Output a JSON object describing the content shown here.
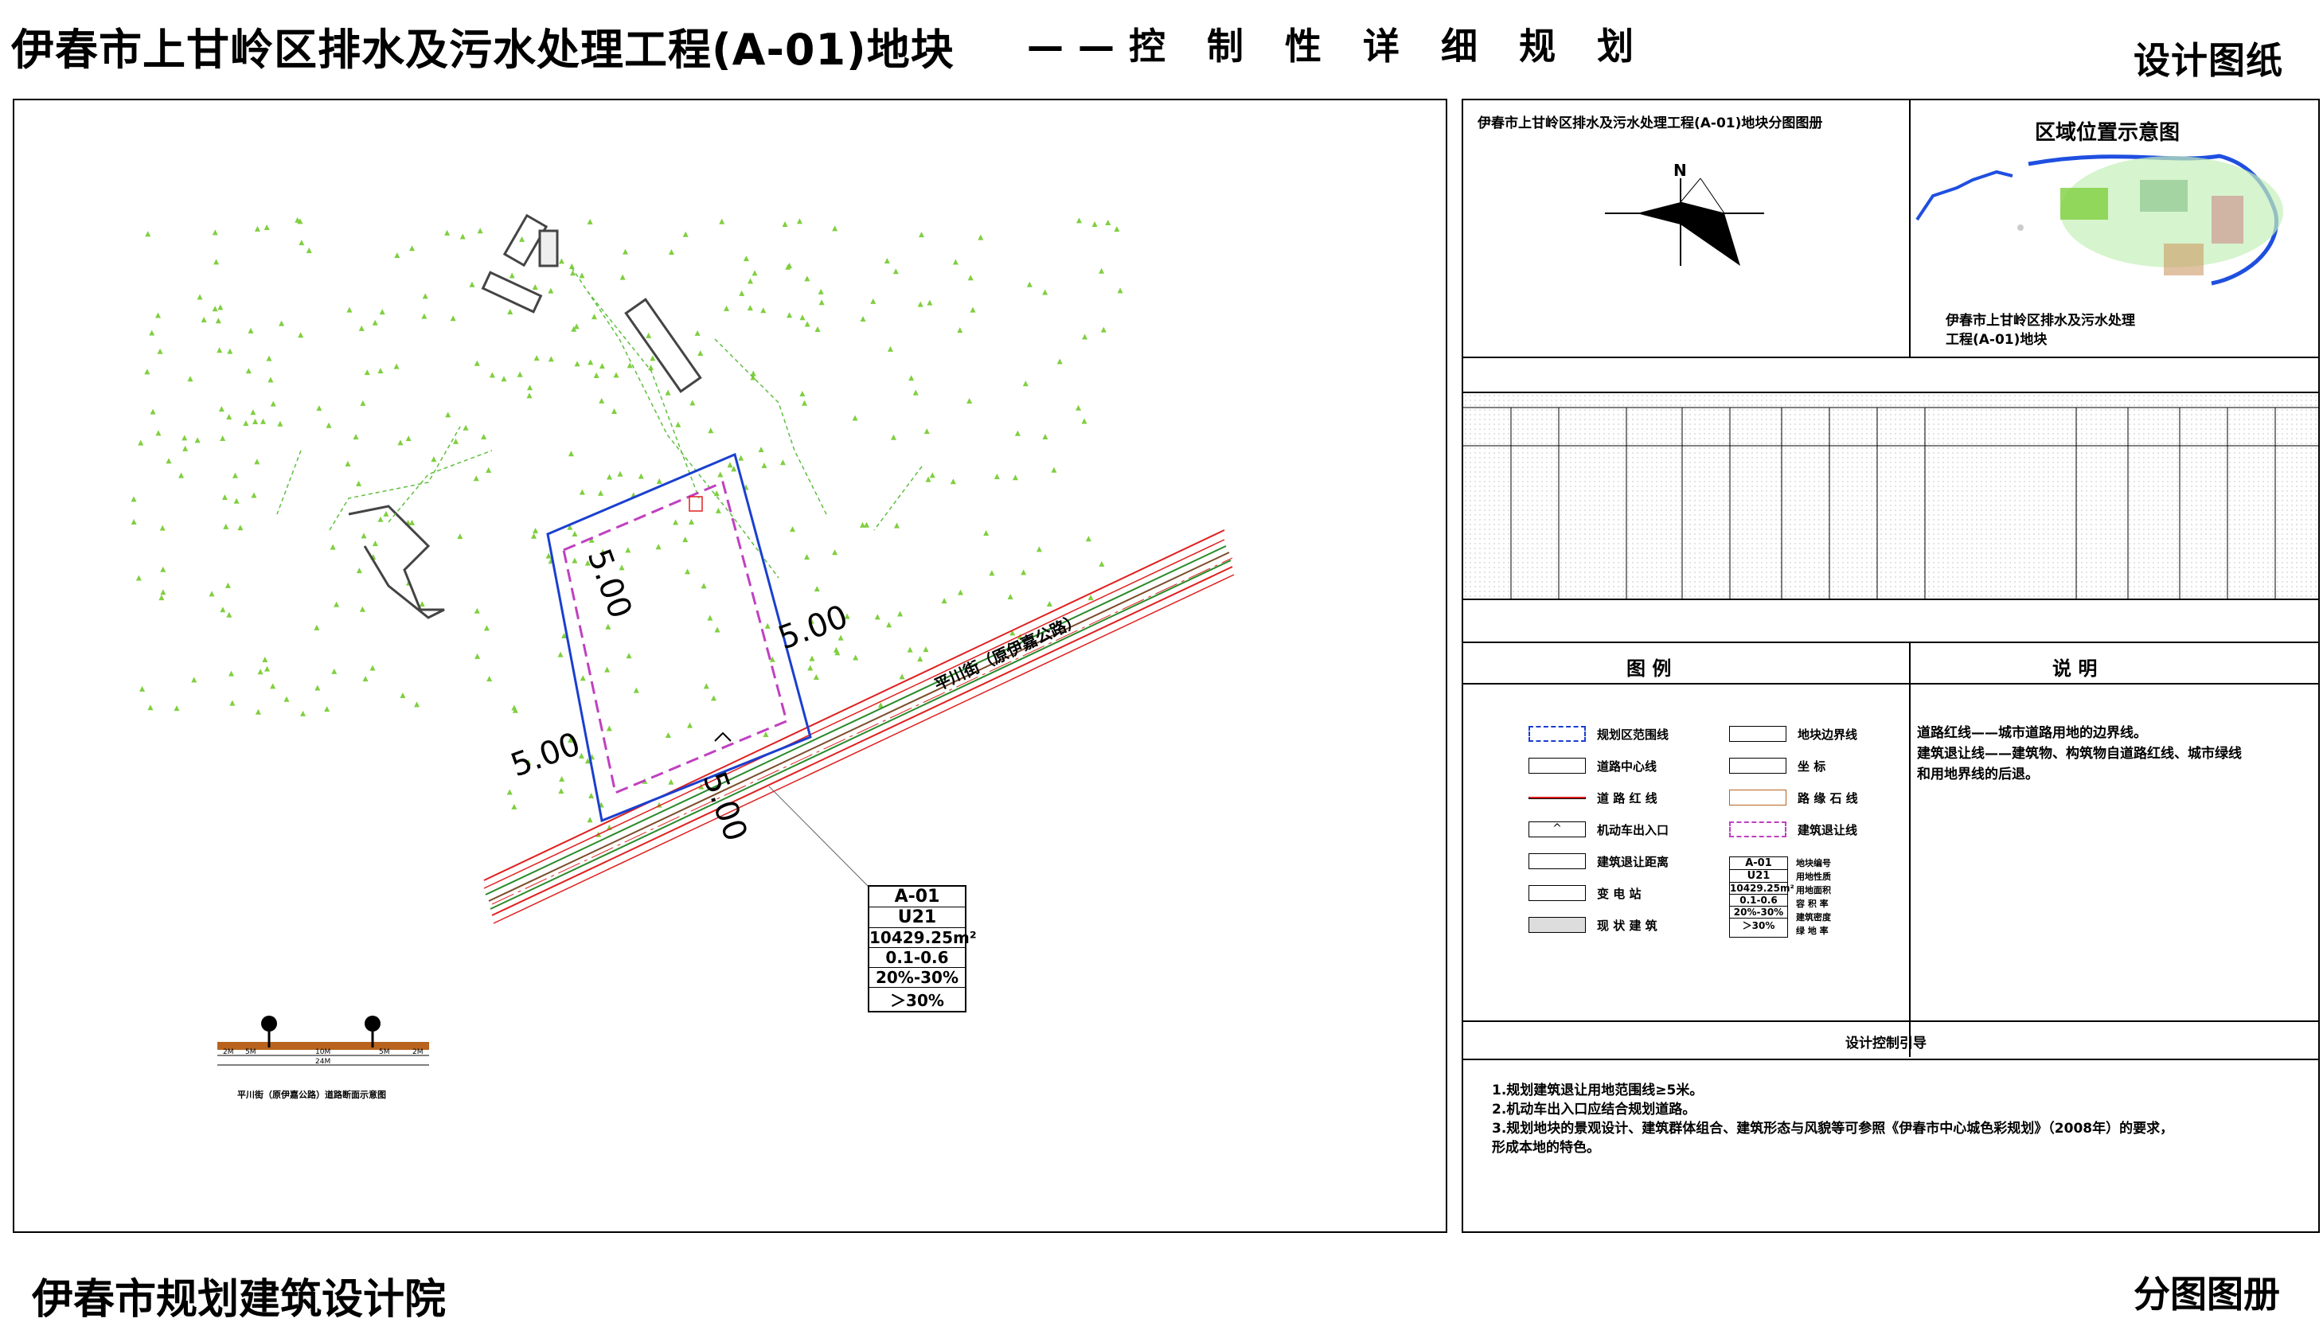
{
  "header": {
    "title": "伊春市上甘岭区排水及污水处理工程(A-01)地块",
    "subtitle": "——控 制 性 详 细 规 划",
    "doc_type": "设计图纸"
  },
  "footer": {
    "institute": "伊春市规划建筑设计院",
    "atlas": "分图图册"
  },
  "map": {
    "setback_labels": [
      "5.00",
      "5.00",
      "5.00",
      "5.00"
    ],
    "road_name": "平川街（原伊嘉公路）",
    "road_section_caption": "平川街（原伊嘉公路）道路断面示意图",
    "road_section_dims": [
      "2M",
      "5M",
      "10M",
      "5M",
      "2M",
      "24M"
    ],
    "parcel_info": {
      "code": "A-01",
      "land_use": "U21",
      "area": "10429.25m²",
      "far": "0.1-0.6",
      "density": "20%-30%",
      "green": "＞30%"
    }
  },
  "right_panel": {
    "atlas_title": "伊春市上甘岭区排水及污水处理工程(A-01)地块分图图册",
    "north_label": "N",
    "location_title": "区域位置示意图",
    "location_caption_1": "伊春市上甘岭区排水及污水处理",
    "location_caption_2": "工程(A-01)地块",
    "legend_title": "图      例",
    "notes_title": "说      明",
    "legend_left": [
      "规划区范围线",
      "道路中心线",
      "道 路 红 线",
      "机动车出入口",
      "建筑退让距离",
      "变 电 站",
      "现 状 建 筑"
    ],
    "legend_right": [
      "地块边界线",
      "坐    标",
      "路 缘 石 线",
      "建筑退让线"
    ],
    "legend_card_labels": [
      "地块编号",
      "用地性质",
      "用地面积",
      "容 积 率",
      "建筑密度",
      "绿 地 率"
    ],
    "legend_card_values": [
      "A-01",
      "U21",
      "10429.25m²",
      "0.1-0.6",
      "20%-30%",
      "＞30%"
    ],
    "notes_text_1": "道路红线——城市道路用地的边界线。",
    "notes_text_2": "建筑退让线——建筑物、构筑物自道路红线、城市绿线",
    "notes_text_3": "和用地界线的后退。",
    "guide_title": "设计控制引导",
    "guide_items": [
      "1.规划建筑退让用地范围线≥5米。",
      "2.机动车出入口应结合规划道路。",
      "3.规划地块的景观设计、建筑群体组合、建筑形态与风貌等可参照《伊春市中心城色彩规划》（2008年）的要求，",
      "形成本地的特色。"
    ]
  },
  "colors": {
    "plan_boundary": "#1a3fcf",
    "setback_line": "#c040c0",
    "road_red": "#e02020",
    "road_green": "#2a8a2a",
    "tree_green": "#7fcf3f",
    "river_blue": "#1f4fe0"
  }
}
